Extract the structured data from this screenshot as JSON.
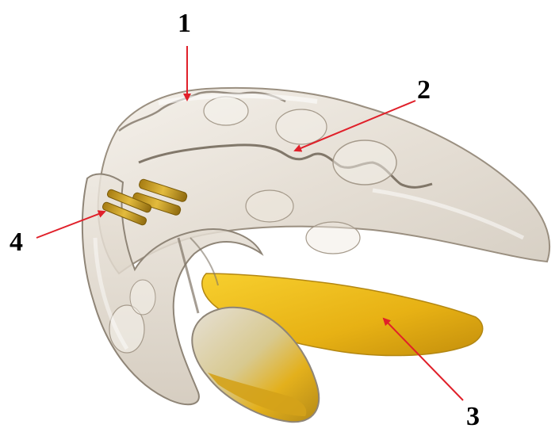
{
  "figure": {
    "callouts": [
      {
        "id": "1",
        "label": "1"
      },
      {
        "id": "2",
        "label": "2"
      },
      {
        "id": "3",
        "label": "3"
      },
      {
        "id": "4",
        "label": "4"
      }
    ],
    "colors": {
      "arrow": "#e0202a",
      "shell_outline": "#8f8577",
      "shell_fill": "#d9d2c6",
      "shell_highlight": "#f4f1ec",
      "tongue_reservoir": "#e8b416",
      "tongue_reservoir_dark": "#b8860b",
      "tubes": "#c99a1a"
    }
  }
}
